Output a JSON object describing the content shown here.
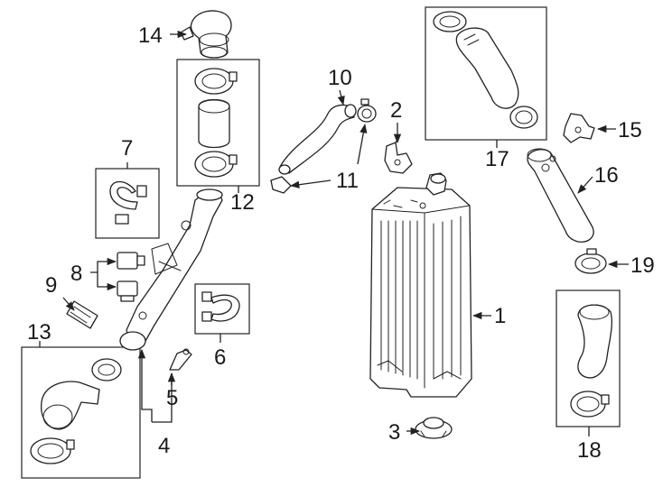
{
  "callouts": {
    "c1": "1",
    "c2": "2",
    "c3": "3",
    "c4": "4",
    "c5": "5",
    "c6": "6",
    "c7": "7",
    "c8": "8",
    "c9": "9",
    "c10": "10",
    "c11": "11",
    "c12": "12",
    "c13": "13",
    "c14": "14",
    "c15": "15",
    "c16": "16",
    "c17": "17",
    "c18": "18",
    "c19": "19"
  },
  "colors": {
    "line": "#222222",
    "background": "#ffffff"
  }
}
